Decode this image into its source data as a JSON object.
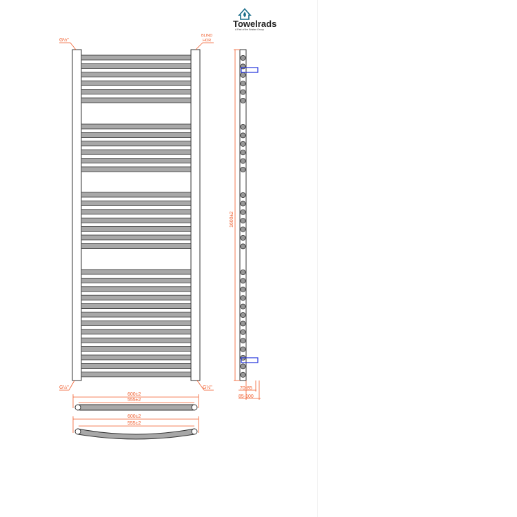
{
  "logo": {
    "brand": "Towelrads",
    "tagline": "A Part of the Bristan Group",
    "icon": "house-drop-icon",
    "color": "#1a6e8a"
  },
  "labels": {
    "top_left_connection": "G½\"",
    "top_right_blind_line1": "BLIND",
    "top_right_blind_line2": "HOR",
    "bottom_left_connection": "G½\"",
    "bottom_right_connection": "G½\"",
    "height": "1600±2",
    "wall_distance_1": "70-85",
    "wall_distance_2": "85-100",
    "straight_overall_width": "600±2",
    "straight_centres": "555±2",
    "curved_overall_width": "600±2",
    "curved_centres": "555±2"
  },
  "bar_groups": [
    6,
    6,
    7,
    13
  ],
  "colors": {
    "dimension": "#f05a28",
    "valve": "#2233dd",
    "bar": "#a8a8a8",
    "outline": "#333333"
  }
}
